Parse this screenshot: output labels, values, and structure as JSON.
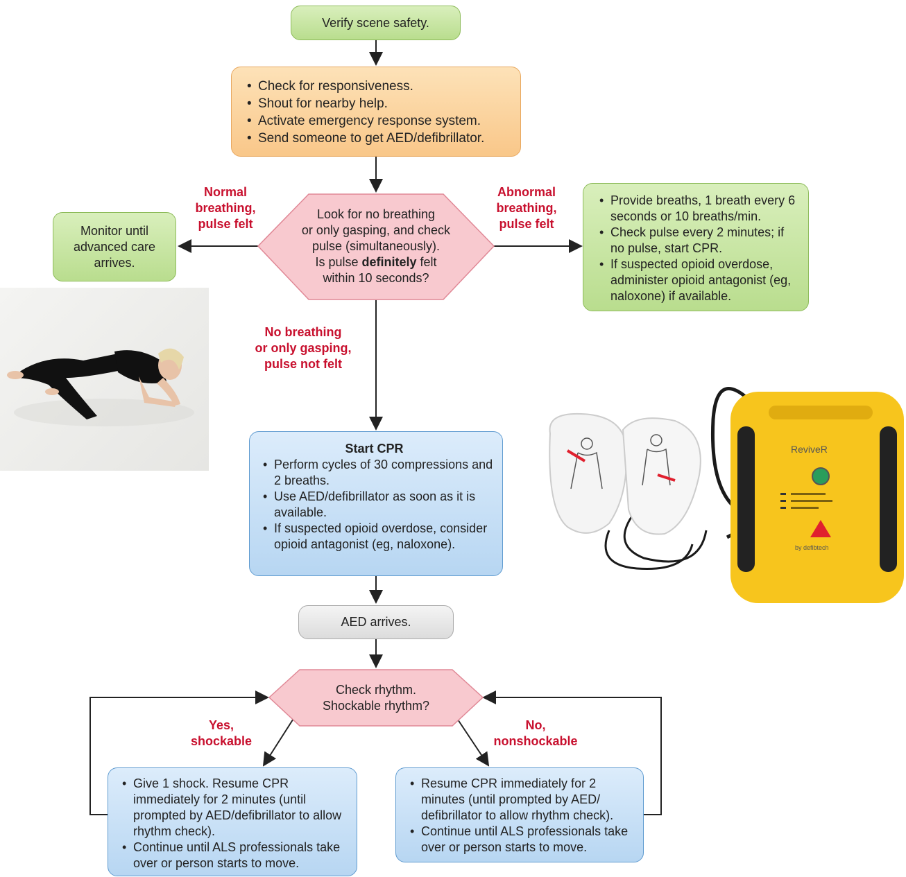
{
  "nodes": {
    "verify": "Verify scene safety.",
    "check_list": [
      "Check for responsiveness.",
      "Shout for nearby help.",
      "Activate emergency response system.",
      "Send someone to get AED/defibrillator."
    ],
    "look_lines": [
      "Look for no breathing",
      "or only gasping, and check",
      "pulse (simultaneously)."
    ],
    "look_pulse_pre": "Is pulse ",
    "look_pulse_bold": "definitely",
    "look_pulse_post": " felt",
    "look_last": "within 10 seconds?",
    "monitor": "Monitor until advanced care arrives.",
    "provide_list": [
      "Provide breaths, 1 breath every 6 seconds or 10 breaths/min.",
      "Check pulse every 2 minutes; if no pulse, start CPR.",
      "If suspected opioid overdose, administer opioid antagonist (eg, naloxone) if available."
    ],
    "cpr_title": "Start CPR",
    "cpr_list": [
      "Perform cycles of 30 compressions and 2 breaths.",
      "Use AED/defibrillator as soon as it is available.",
      "If suspected opioid overdose, consider opioid antagonist (eg, naloxone)."
    ],
    "aed": "AED arrives.",
    "rhythm_line1": "Check rhythm.",
    "rhythm_line2": "Shockable rhythm?",
    "shock_list": [
      "Give 1 shock. Resume CPR immediately for 2 minutes (until prompted by AED/defibrillator to allow rhythm check).",
      "Continue until ALS professionals take over or person starts to move."
    ],
    "noshock_list": [
      "Resume CPR immediately for 2 minutes (until prompted by AED/ defibrillator to allow rhythm check).",
      "Continue until ALS professionals take over or person starts to move."
    ]
  },
  "labels": {
    "normal": [
      "Normal",
      "breathing,",
      "pulse felt"
    ],
    "abnormal": [
      "Abnormal",
      "breathing,",
      "pulse felt"
    ],
    "nobreath": [
      "No breathing",
      "or only gasping,",
      "pulse not felt"
    ],
    "yes": [
      "Yes,",
      "shockable"
    ],
    "no": [
      "No,",
      "nonshockable"
    ]
  },
  "aed_device": {
    "brand": "ReviveR",
    "maker": "by defibtech"
  },
  "colors": {
    "label_red": "#c8102e",
    "green_box": "#c9e6a3",
    "orange_box": "#fad3a0",
    "blue_box": "#c8e0f6",
    "pink_hex": "#f8c9cf",
    "aed_yellow": "#f7c51d"
  }
}
